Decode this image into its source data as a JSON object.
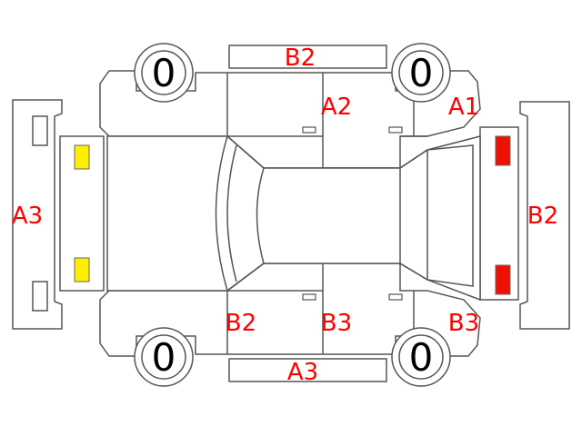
{
  "colors": {
    "label": "#ff0000",
    "outline": "#555555",
    "front_lamp": "#ffee00",
    "rear_lamp": "#ee1100"
  },
  "wheels": {
    "top_left": "0",
    "top_right": "0",
    "bottom_left": "0",
    "bottom_right": "0"
  },
  "damage_labels": {
    "roof_top_panel": "B2",
    "top_rear_door": "A2",
    "top_rear_fender": "A1",
    "front_bumper": "A3",
    "rear_bumper": "B2",
    "bottom_front_door": "B2",
    "bottom_rear_door": "B3",
    "bottom_rear_fender": "B3",
    "bottom_side_panel": "A3"
  }
}
